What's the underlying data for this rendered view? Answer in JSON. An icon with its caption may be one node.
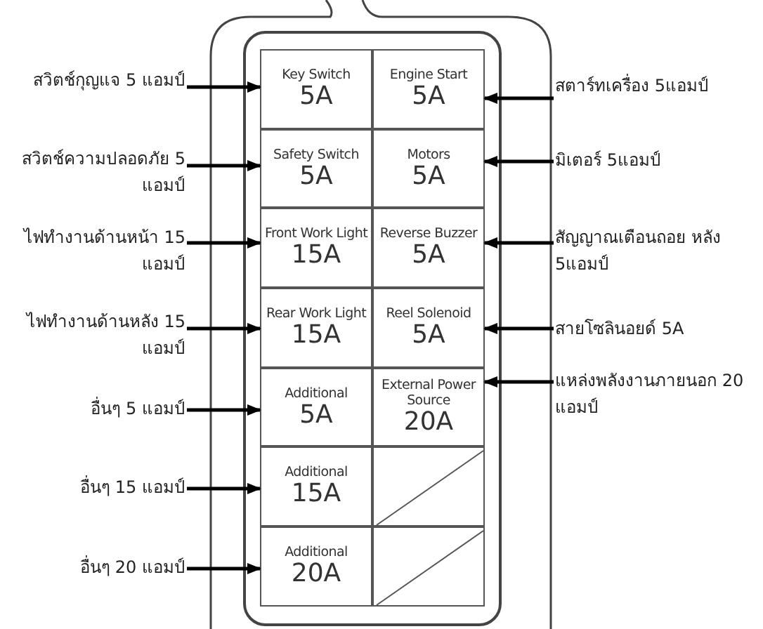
{
  "diagram": {
    "nodes": [
      {
        "text": [],
        "shape": "box"
      },
      {
        "text": [
          "Key Switch",
          "5A"
        ],
        "in": 0
      },
      {
        "text": [
          "Engine Start",
          "5A"
        ],
        "in": 0
      },
      {
        "text": [
          "Safety Switch",
          "5A"
        ],
        "in": 0
      },
      {
        "text": [
          "Motors",
          "5A"
        ],
        "in": 0
      },
      {
        "text": [
          "Front Work Light",
          "15A"
        ],
        "in": 0
      },
      {
        "text": [
          "Reverse Buzzer",
          "5A"
        ],
        "in": 0
      },
      {
        "text": [
          "Rear Work Light",
          "15A"
        ],
        "in": 0
      },
      {
        "text": [
          "Reel Solenoid",
          "5A"
        ],
        "in": 0
      },
      {
        "text": [
          "Additional",
          "5A"
        ],
        "in": 0
      },
      {
        "text": [
          "External Power Source",
          "20A"
        ],
        "in": 0
      },
      {
        "text": [
          "Additional",
          "15A"
        ],
        "in": 0
      },
      {
        "text": [],
        "shape": "box",
        "in": 0
      },
      {
        "text": [
          "Additional",
          "20A"
        ],
        "in": 0
      },
      {
        "text": [],
        "shape": "box",
        "in": 0
      },
      {
        "text": [
          "สวิตช์กุญแจ 5 แอมป์"
        ]
      },
      {
        "text": [
          "สตาร์ทเครื่อง 5แอมป์"
        ]
      },
      {
        "text": [
          "สวิตช์ความปลอดภัย 5 แอมป์"
        ]
      },
      {
        "text": [
          "มิเตอร์ 5แอมป์"
        ]
      },
      {
        "text": [
          "ไฟทำงานด้านหน้า 15 แอมป์"
        ]
      },
      {
        "text": [
          "สัญญาณเตือนถอย หลัง 5แอมป์"
        ]
      },
      {
        "text": [
          "ไฟทำงานด้านหลัง 15 แอมป์"
        ]
      },
      {
        "text": [
          "สายโซลินอยด์ 5A"
        ]
      },
      {
        "text": [
          "อื่นๆ 5 แอมป์"
        ]
      },
      {
        "text": [
          "แหล่งพลังงานภายนอก 20 แอมป์"
        ]
      },
      {
        "text": [
          "อื่นๆ 15 แอมป์"
        ]
      },
      {
        "text": [
          "อื่นๆ 20 แอมป์"
        ]
      }
    ],
    "edges": [
      {
        "from": 15,
        "to": 1,
        "arrow": "to"
      },
      {
        "from": 16,
        "to": 2,
        "arrow": "to"
      },
      {
        "from": 17,
        "to": 3,
        "arrow": "to"
      },
      {
        "from": 18,
        "to": 4,
        "arrow": "to"
      },
      {
        "from": 19,
        "to": 5,
        "arrow": "to"
      },
      {
        "from": 20,
        "to": 6,
        "arrow": "to"
      },
      {
        "from": 21,
        "to": 7,
        "arrow": "to"
      },
      {
        "from": 22,
        "to": 8,
        "arrow": "to"
      },
      {
        "from": 23,
        "to": 9,
        "arrow": "to"
      },
      {
        "from": 24,
        "to": 10,
        "arrow": "to"
      },
      {
        "from": 25,
        "to": 11,
        "arrow": "to"
      },
      {
        "from": 26,
        "to": 13,
        "arrow": "to"
      }
    ]
  }
}
